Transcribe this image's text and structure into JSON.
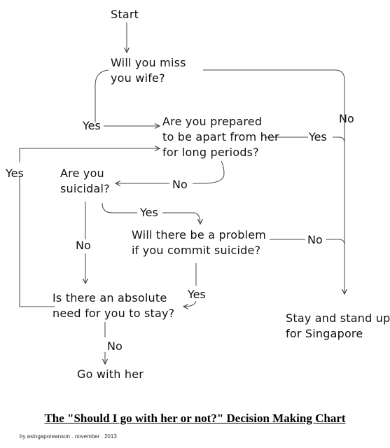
{
  "nodes": {
    "start": [
      "Start"
    ],
    "miss_wife": [
      "Will you miss",
      "you wife?"
    ],
    "apart": [
      "Are you prepared",
      "to be apart from her",
      "for long periods?"
    ],
    "suicidal": [
      "Are you",
      "suicidal?"
    ],
    "problem": [
      "Will there be a problem",
      "if you commit suicide?"
    ],
    "need_stay": [
      "Is there an absolute",
      "need for you to stay?"
    ],
    "go_with": [
      "Go with her"
    ],
    "stay_stand": [
      "Stay and stand up",
      "for Singapore"
    ]
  },
  "edge_labels": {
    "miss_yes": "Yes",
    "miss_no": "No",
    "apart_yes": "Yes",
    "apart_no": "No",
    "suicidal_yes": "Yes",
    "suicidal_no": "No",
    "problem_no": "No",
    "problem_yes": "Yes",
    "need_yes": "Yes",
    "need_no": "No"
  },
  "footer": {
    "title": "The \"Should I go with her or not?\" Decision Making Chart",
    "credit": "by asingaporeanson . november . 2013"
  },
  "colors": {
    "line": "#444444",
    "text": "#111111"
  }
}
